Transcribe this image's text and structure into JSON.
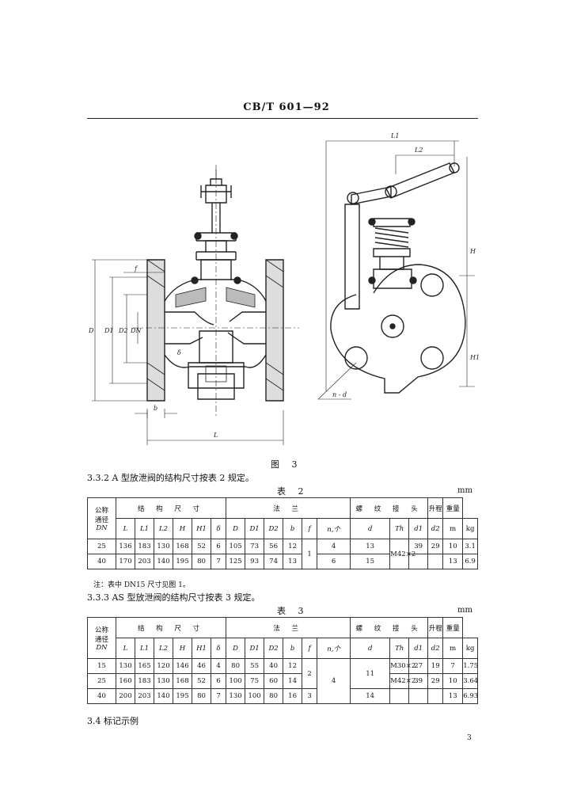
{
  "header": "CB/T 601—92",
  "figure": {
    "caption": "图 3",
    "labels_left": {
      "f": "f",
      "D": "D",
      "D1": "D1",
      "D2": "D2",
      "DN": "DN",
      "b": "b",
      "L": "L",
      "delta": "δ"
    },
    "labels_right": {
      "L1": "L1",
      "L2": "L2",
      "H": "H",
      "H1": "H1",
      "nd": "n - d"
    }
  },
  "sec_332": "3.3.2  A 型放泄阀的结构尺寸按表 2 规定。",
  "table2": {
    "caption": "表 2",
    "unit": "mm",
    "h_dn": [
      "公称",
      "通径",
      "DN"
    ],
    "h_struct": "结 构 尺 寸",
    "h_flange": "法 兰",
    "h_thread": "螺 纹 接 头",
    "h_lift": "升程",
    "h_weight": "重量",
    "sub": [
      "L",
      "L1",
      "L2",
      "H",
      "H1",
      "δ",
      "D",
      "D1",
      "D2",
      "b",
      "f",
      "n,个",
      "d",
      "Th",
      "d1",
      "d2",
      "m",
      "kg"
    ],
    "r1": [
      "25",
      "136",
      "183",
      "130",
      "168",
      "52",
      "6",
      "105",
      "73",
      "56",
      "12",
      "4",
      "13",
      "M42×2",
      "39",
      "29",
      "10",
      "3.1"
    ],
    "r2": [
      "40",
      "170",
      "203",
      "140",
      "195",
      "80",
      "7",
      "125",
      "93",
      "74",
      "13",
      "6",
      "15",
      "13",
      "6.9"
    ],
    "f_merged": "1"
  },
  "note": "注：表中 DN15 尺寸见图 1。",
  "sec_333": "3.3.3  AS 型放泄阀的结构尺寸按表 3 规定。",
  "table3": {
    "caption": "表 3",
    "unit": "mm",
    "h_dn": [
      "公称",
      "通径",
      "DN"
    ],
    "h_struct": "结 构 尺 寸",
    "h_flange": "法 兰",
    "h_thread": "螺 纹 接 头",
    "h_lift": "升程",
    "h_weight": "重量",
    "sub": [
      "L",
      "L1",
      "L2",
      "H",
      "H1",
      "δ",
      "D",
      "D1",
      "D2",
      "b",
      "f",
      "n,个",
      "d",
      "Th",
      "d1",
      "d2",
      "m",
      "kg"
    ],
    "r1": [
      "15",
      "130",
      "165",
      "120",
      "146",
      "46",
      "4",
      "80",
      "55",
      "40",
      "12",
      "M30×2",
      "27",
      "19",
      "7",
      "1.75"
    ],
    "r2": [
      "25",
      "160",
      "183",
      "130",
      "168",
      "52",
      "6",
      "100",
      "75",
      "60",
      "14",
      "M42×2",
      "39",
      "29",
      "10",
      "3.64"
    ],
    "r3": [
      "40",
      "200",
      "203",
      "140",
      "195",
      "80",
      "7",
      "130",
      "100",
      "80",
      "16",
      "3",
      "14",
      "13",
      "6.93"
    ],
    "f_merged": "2",
    "n_merged": "4",
    "d_merged": "11"
  },
  "sec_34": "3.4  标记示例",
  "page_number": "3"
}
